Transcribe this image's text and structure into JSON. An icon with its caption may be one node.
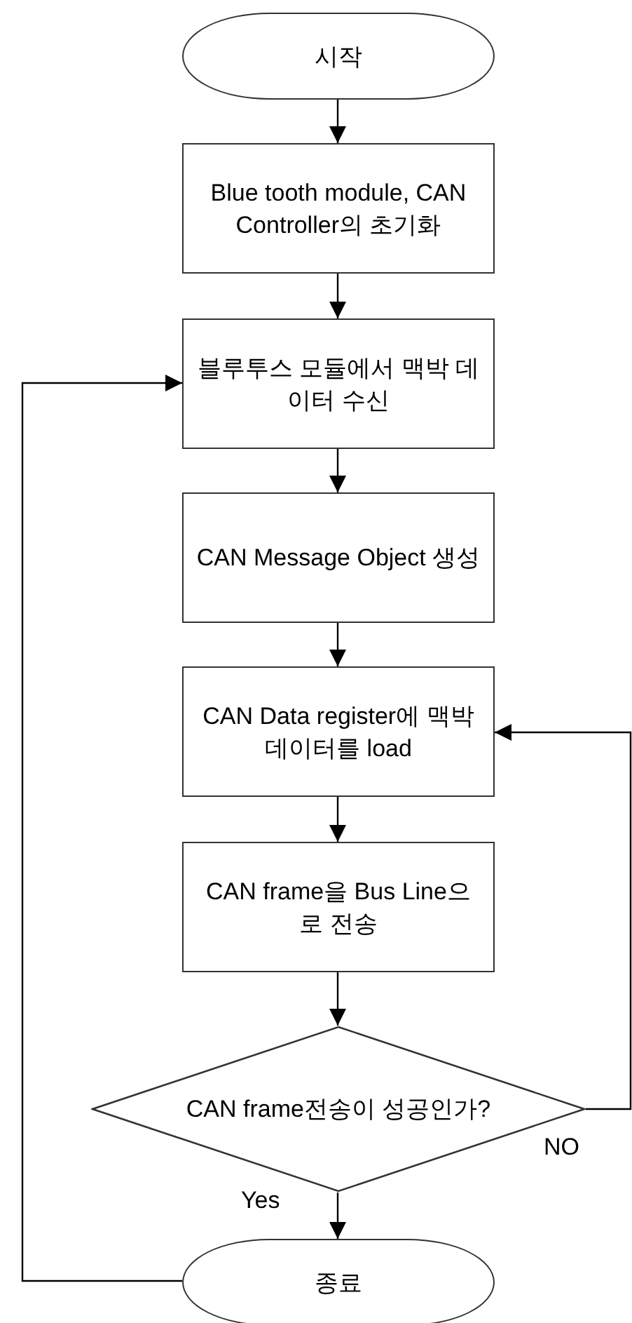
{
  "diagram": {
    "nodes": [
      {
        "text": [
          "시작"
        ]
      },
      {
        "text": [
          "Blue tooth module, CAN Controller의 초기화"
        ]
      },
      {
        "text": [
          "블루투스 모듈에서 맥박 데이터 수신"
        ]
      },
      {
        "text": [
          "CAN Message Object 생성"
        ]
      },
      {
        "text": [
          "CAN Data register에 맥박 데이터를 load"
        ]
      },
      {
        "text": [
          "CAN frame을 Bus Line으로 전송"
        ]
      },
      {
        "text": [
          "CAN frame전송이 성공인가?"
        ]
      },
      {
        "text": [
          "종료"
        ]
      }
    ],
    "edges": [
      {
        "from": 0,
        "to": 1,
        "arrow": "to"
      },
      {
        "from": 1,
        "to": 2,
        "arrow": "to"
      },
      {
        "from": 2,
        "to": 3,
        "arrow": "to"
      },
      {
        "from": 3,
        "to": 4,
        "arrow": "to"
      },
      {
        "from": 4,
        "to": 5,
        "arrow": "to"
      },
      {
        "from": 5,
        "to": 6,
        "arrow": "to"
      },
      {
        "from": 6,
        "to": 7,
        "arrow": "to",
        "label": "Yes"
      },
      {
        "from": 6,
        "to": 4,
        "arrow": "to",
        "label": "NO"
      },
      {
        "from": 7,
        "to": 2,
        "arrow": "to"
      }
    ]
  }
}
